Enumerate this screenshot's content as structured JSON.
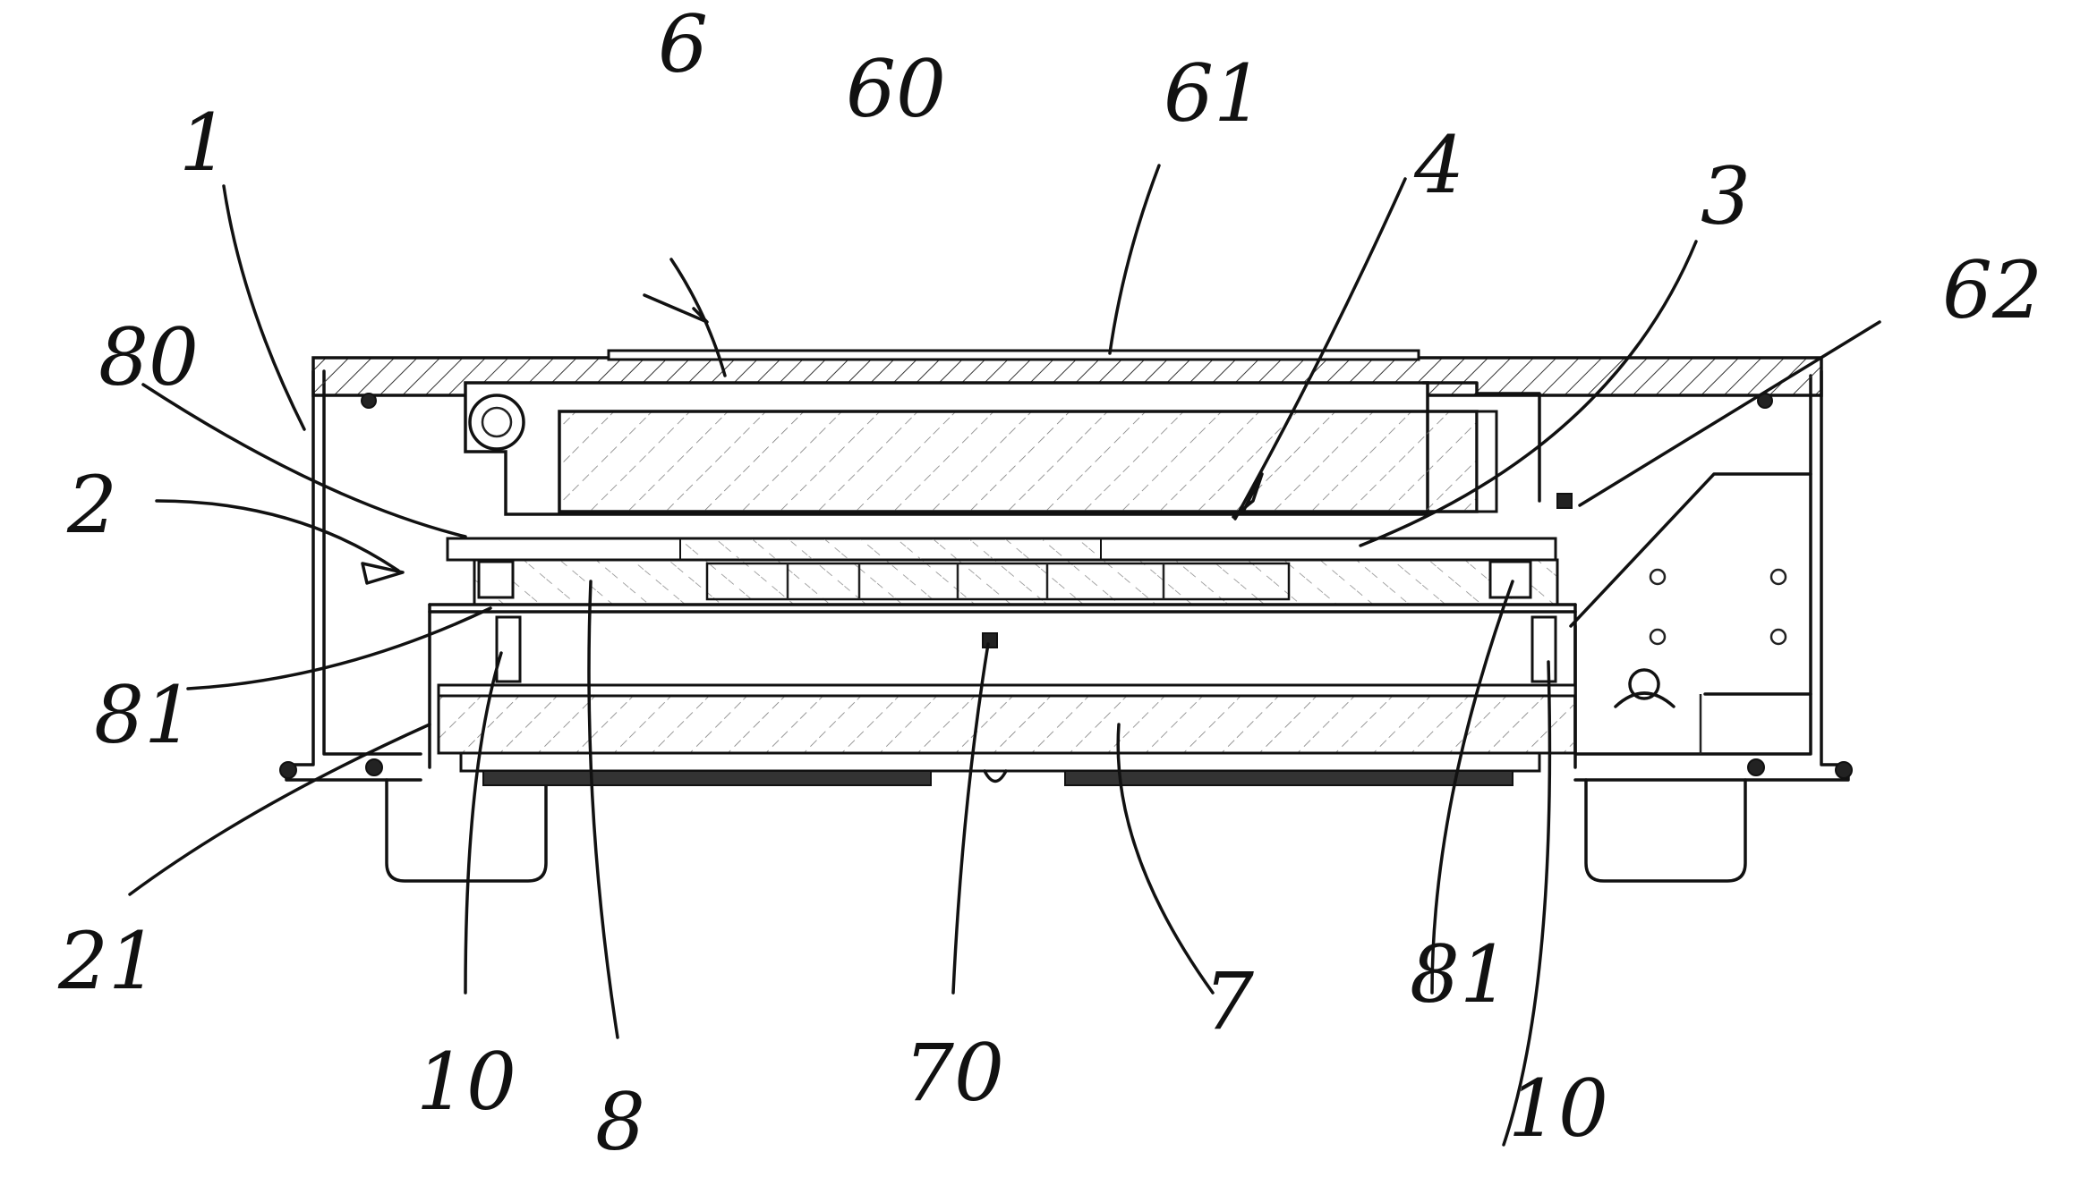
{
  "labels": {
    "l1": "1",
    "l2": "2",
    "l3": "3",
    "l4": "4",
    "l6": "6",
    "l60": "60",
    "l61": "61",
    "l62": "62",
    "l80": "80",
    "l81a": "81",
    "l81b": "81",
    "l21": "21",
    "l10a": "10",
    "l10b": "10",
    "l8": "8",
    "l70": "70",
    "l7": "7"
  }
}
